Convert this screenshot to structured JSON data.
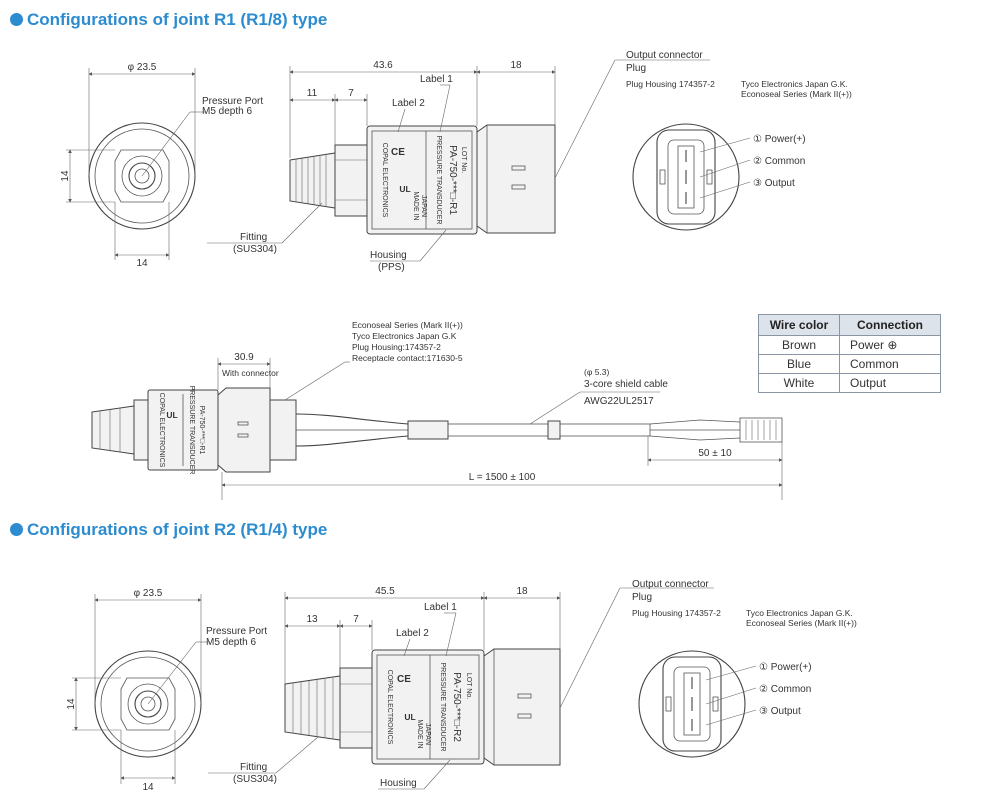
{
  "sections": [
    {
      "title": "Configurations of joint R1 (R1/8) type"
    },
    {
      "title": "Configurations of joint R2 (R1/4) type"
    }
  ],
  "r1": {
    "front_dia": "φ 23.5",
    "front_hex": "14",
    "front_h": "14",
    "port_l1": "Pressure Port",
    "port_l2": "M5 depth 6",
    "len_total": "43.6",
    "len_conn": "18",
    "len_a": "11",
    "len_b": "7",
    "label1": "Label 1",
    "label2": "Label 2",
    "fitting": "Fitting",
    "fitting_mat": "(SUS304)",
    "housing": "Housing",
    "housing_mat": "(PPS)",
    "model": "PA-750-***□-R1",
    "pressure_transducer": "PRESSURE TRANSDUCER",
    "lot": "LOT No.",
    "copal": "COPAL ELECTRONICS",
    "made_in": "MADE IN",
    "japan": "JAPAN",
    "ce": "CE",
    "ul": "UL",
    "conn_title": "Output connector",
    "plug": "Plug",
    "plug_housing": "Plug Housing 174357-2",
    "tyco": "Tyco Electronics Japan G.K.",
    "econoseal": "Econoseal Series (Mark II(+))",
    "pin1": "① Power(+)",
    "pin2": "② Common",
    "pin3": "③ Output"
  },
  "cable": {
    "l1": "Econoseal Series (Mark II(+))",
    "l2": "Tyco Electronics Japan G.K",
    "l3": "Plug Housing:174357-2",
    "l4": "Receptacle contact:171630-5",
    "len_conn": "30.9",
    "with_connector": "With connector",
    "shield_dia": "(φ 5.3)",
    "shield_name": "3-core shield cable",
    "awg": "AWG22UL2517",
    "strip": "50 ± 10",
    "length": "L = 1500 ± 100"
  },
  "wire_table": {
    "headers": [
      "Wire color",
      "Connection"
    ],
    "rows": [
      [
        "Brown",
        "Power ⊕"
      ],
      [
        "Blue",
        "Common"
      ],
      [
        "White",
        "Output"
      ]
    ]
  },
  "r2": {
    "front_dia": "φ 23.5",
    "front_hex": "14",
    "front_h": "14",
    "port_l1": "Pressure Port",
    "port_l2": "M5 depth 6",
    "len_total": "45.5",
    "len_conn": "18",
    "len_a": "13",
    "len_b": "7",
    "label1": "Label 1",
    "label2": "Label 2",
    "fitting": "Fitting",
    "fitting_mat": "(SUS304)",
    "housing": "Housing",
    "model": "PA-750-***□-R2",
    "pressure_transducer": "PRESSURE TRANSDUCER",
    "lot": "LOT No.",
    "copal": "COPAL ELECTRONICS",
    "made_in": "MADE IN",
    "japan": "JAPAN",
    "ce": "CE",
    "ul": "UL",
    "conn_title": "Output connector",
    "plug": "Plug",
    "plug_housing": "Plug Housing 174357-2",
    "tyco": "Tyco Electronics Japan G.K.",
    "econoseal": "Econoseal Series (Mark II(+))",
    "pin1": "① Power(+)",
    "pin2": "② Common",
    "pin3": "③ Output"
  }
}
